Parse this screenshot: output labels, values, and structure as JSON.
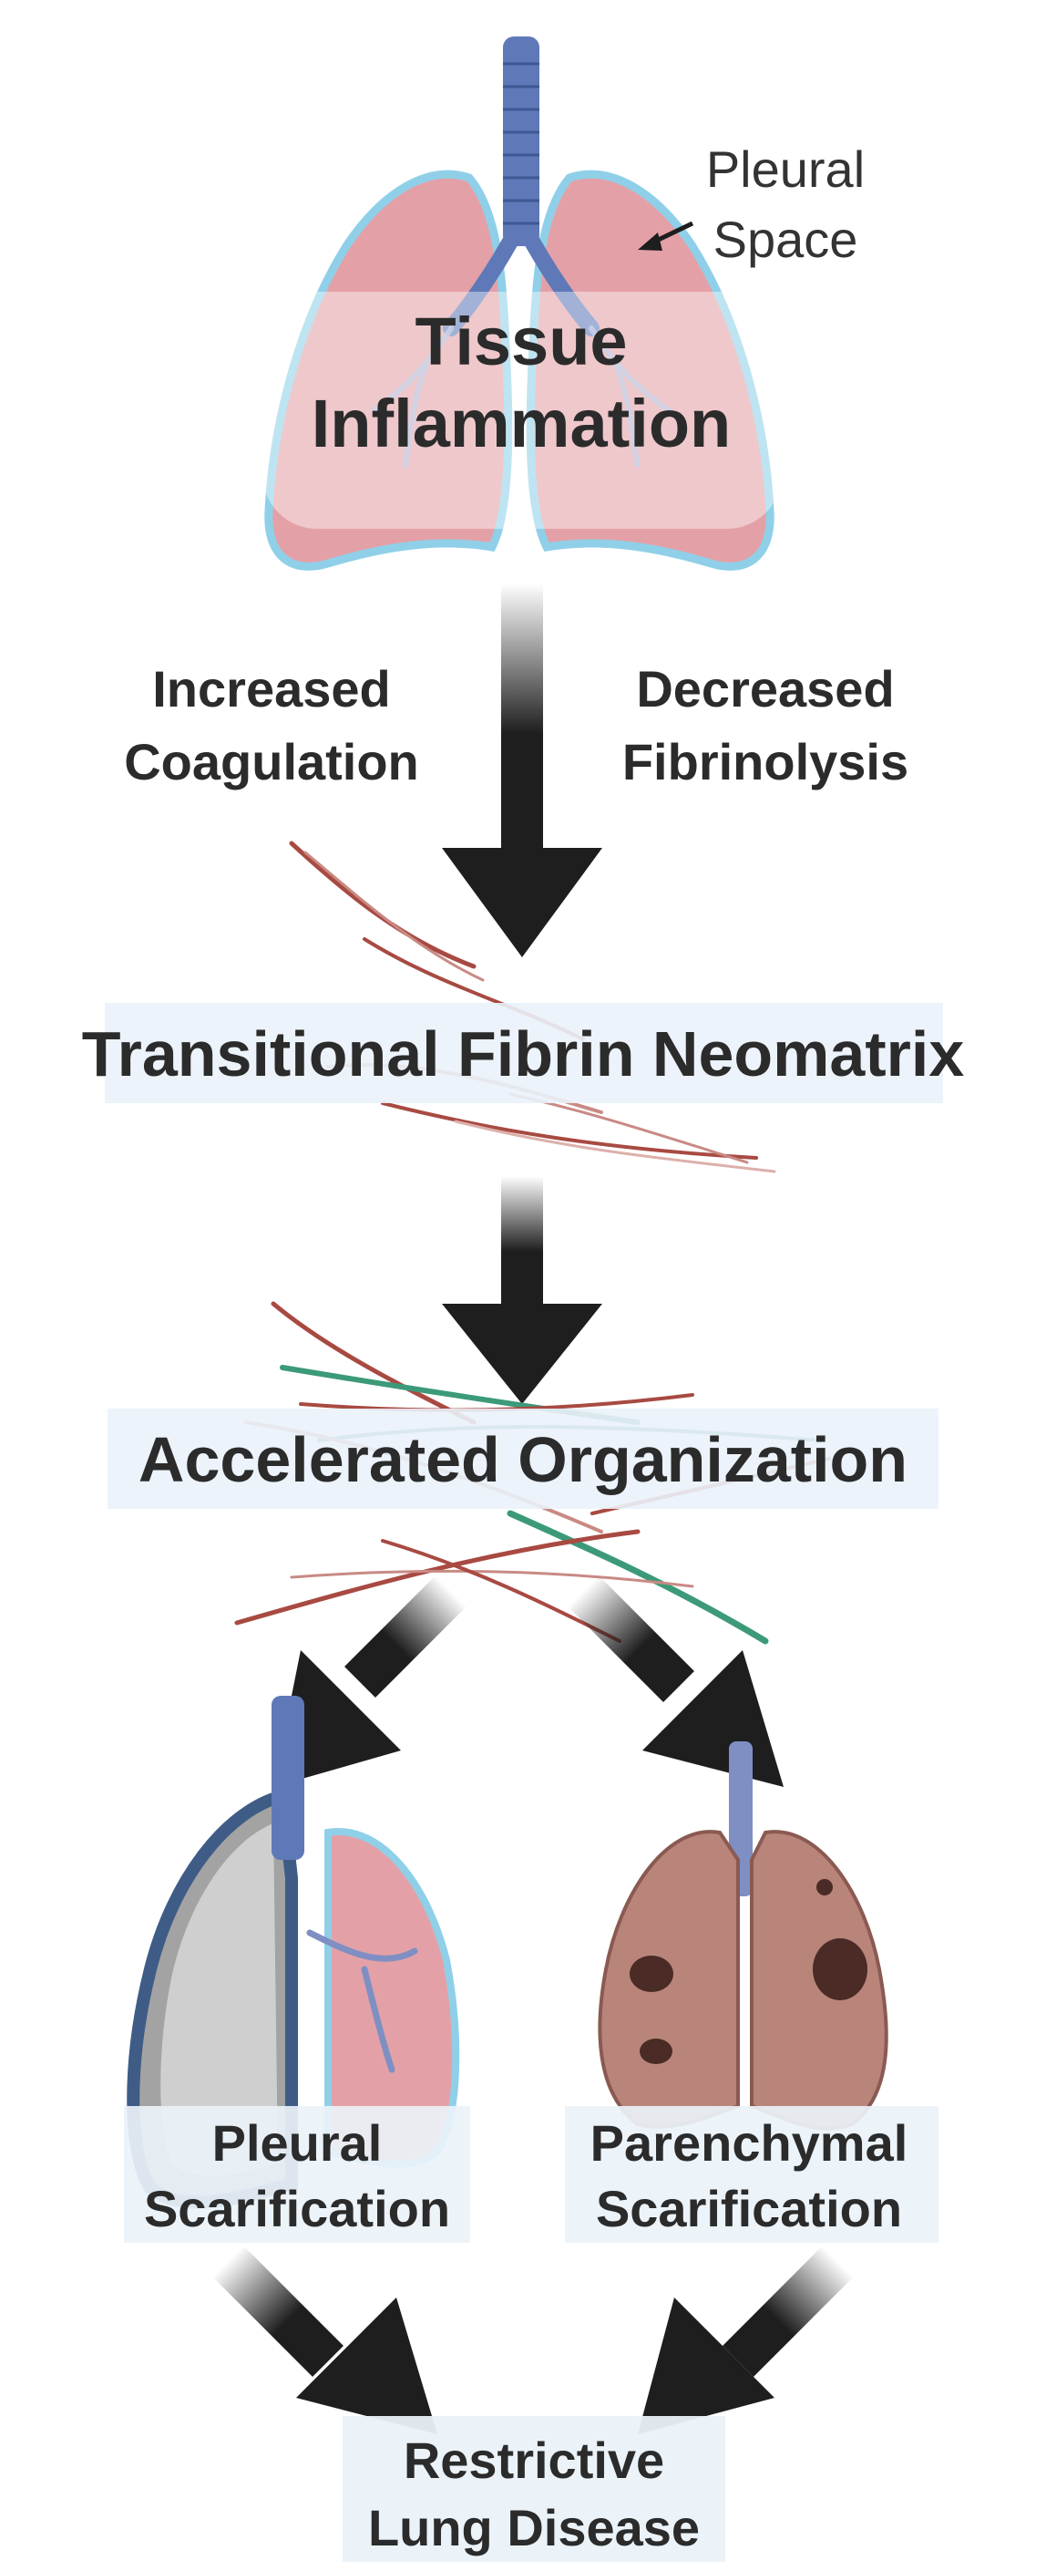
{
  "top": {
    "title_line1": "Tissue",
    "title_line2": "Inflammation",
    "pleural_line1": "Pleural",
    "pleural_line2": "Space"
  },
  "branches": {
    "left_line1": "Increased",
    "left_line2": "Coagulation",
    "right_line1": "Decreased",
    "right_line2": "Fibrinolysis"
  },
  "stages": {
    "transitional": "Transitional Fibrin Neomatrix",
    "organization": "Accelerated Organization"
  },
  "outcomes": {
    "pleural_line1": "Pleural",
    "pleural_line2": "Scarification",
    "parenchymal_line1": "Parenchymal",
    "parenchymal_line2": "Scarification"
  },
  "final": {
    "line1": "Restrictive",
    "line2": "Lung Disease"
  },
  "colors": {
    "lung_pink": "#e3a1a7",
    "lung_outline": "#8fd0e8",
    "trachea": "#5f79b8",
    "arrow": "#1e1e1e",
    "label_box": "#eaf2f9",
    "fibrin_red": "#a84a42",
    "fibrin_green": "#3c9a78",
    "scar_brown": "#b9857a"
  }
}
